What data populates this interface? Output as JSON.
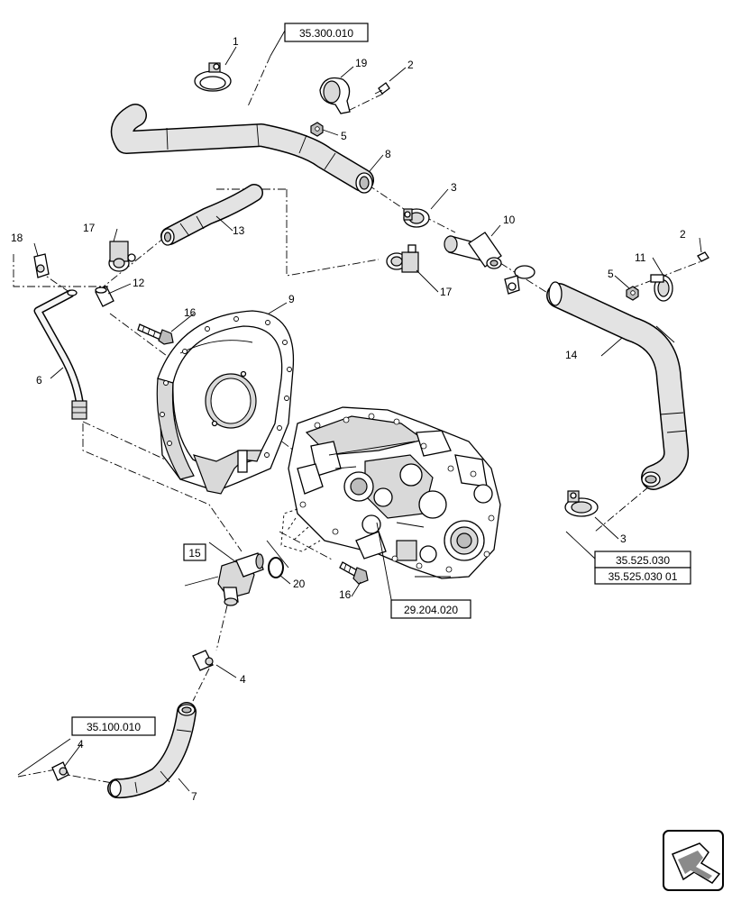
{
  "callouts": {
    "c1": "1",
    "c2a": "2",
    "c2b": "2",
    "c3a": "3",
    "c3b": "3",
    "c4a": "4",
    "c4b": "4",
    "c5a": "5",
    "c5b": "5",
    "c6": "6",
    "c7": "7",
    "c8": "8",
    "c9": "9",
    "c10": "10",
    "c11": "11",
    "c12": "12",
    "c13": "13",
    "c14": "14",
    "c15": "15",
    "c16a": "16",
    "c16b": "16",
    "c17a": "17",
    "c17b": "17",
    "c18": "18",
    "c19": "19",
    "c20": "20"
  },
  "references": {
    "r1": "35.300.010",
    "r2": "35.525.030",
    "r3": "35.525.030 01",
    "r4": "29.204.020",
    "r5": "35.100.010"
  },
  "icons": {
    "nav": "next-page-arrow-icon"
  }
}
